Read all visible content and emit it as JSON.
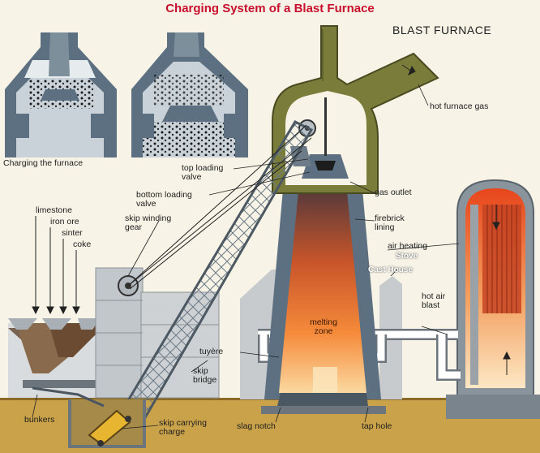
{
  "title": "Charging System of a Blast Furnace",
  "heading": "BLAST FURNACE",
  "inset_caption": "Charging the furnace",
  "labels": {
    "hot_furnace_gas": "hot furnace gas",
    "top_loading_valve": "top loading valve",
    "bottom_loading_valve": "bottom loading valve",
    "gas_outlet": "gas outlet",
    "firebrick_lining": "firebrick lining",
    "skip_winding_gear": "skip winding gear",
    "limestone": "limestone",
    "iron_ore": "iron ore",
    "sinter": "sinter",
    "coke": "coke",
    "air_heating": "air heating",
    "stove": "Stove",
    "cast_house": "Cast House",
    "hot_air_blast": "hot air blast",
    "melting_zone": "melting zone",
    "tuyere": "tuyère",
    "skip_bridge": "skip bridge",
    "bunkers": "bunkers",
    "skip_carrying_charge": "skip carrying charge",
    "slag_notch": "slag notch",
    "tap_hole": "tap hole"
  },
  "colors": {
    "background": "#f7f3e6",
    "title": "#c8102e",
    "furnace_top": "#7a7d3a",
    "steel": "#5d7081",
    "ground": "#c9a24a",
    "hot_core": "#f07a2a"
  }
}
